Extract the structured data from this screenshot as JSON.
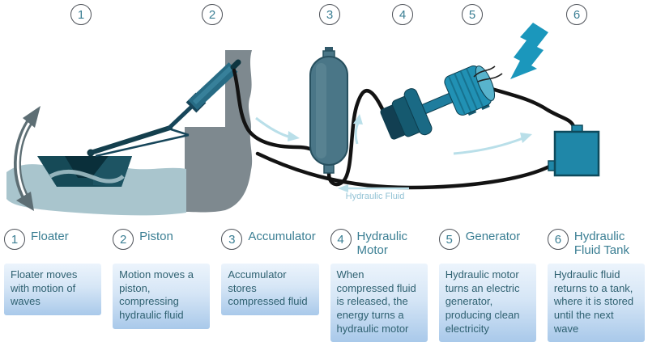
{
  "diagram": {
    "flow_label": "Hydraulic Fluid",
    "colors": {
      "accent_teal": "#1b97bc",
      "muted_teal_tank": "#4a7687",
      "dark_teal_floater": "#164a57",
      "structure_gray": "#7e898f",
      "wave_blue": "#a9c5cd",
      "flow_arrow_blue": "#b9dfe9",
      "label_teal": "#3a7e93",
      "desc_text": "#2f6171",
      "desc_box_top": "#ecf4fc",
      "desc_box_bottom": "#a9c9ea",
      "hose_black": "#131313"
    }
  },
  "steps": [
    {
      "number": "1",
      "name": "Floater",
      "description": "Floater moves with motion of waves"
    },
    {
      "number": "2",
      "name": "Piston",
      "description": "Motion moves a piston, compressing hydraulic fluid"
    },
    {
      "number": "3",
      "name": "Accumulator",
      "description": "Accumulator stores compressed fluid"
    },
    {
      "number": "4",
      "name": "Hydraulic Motor",
      "description": "When compressed fluid is released, the energy turns a hydraulic motor"
    },
    {
      "number": "5",
      "name": "Generator",
      "description": "Hydraulic motor turns an electric generator, producing clean electricity"
    },
    {
      "number": "6",
      "name": "Hydraulic Fluid Tank",
      "description": "Hydraulic fluid returns to a tank, where it is stored until the next wave"
    }
  ]
}
